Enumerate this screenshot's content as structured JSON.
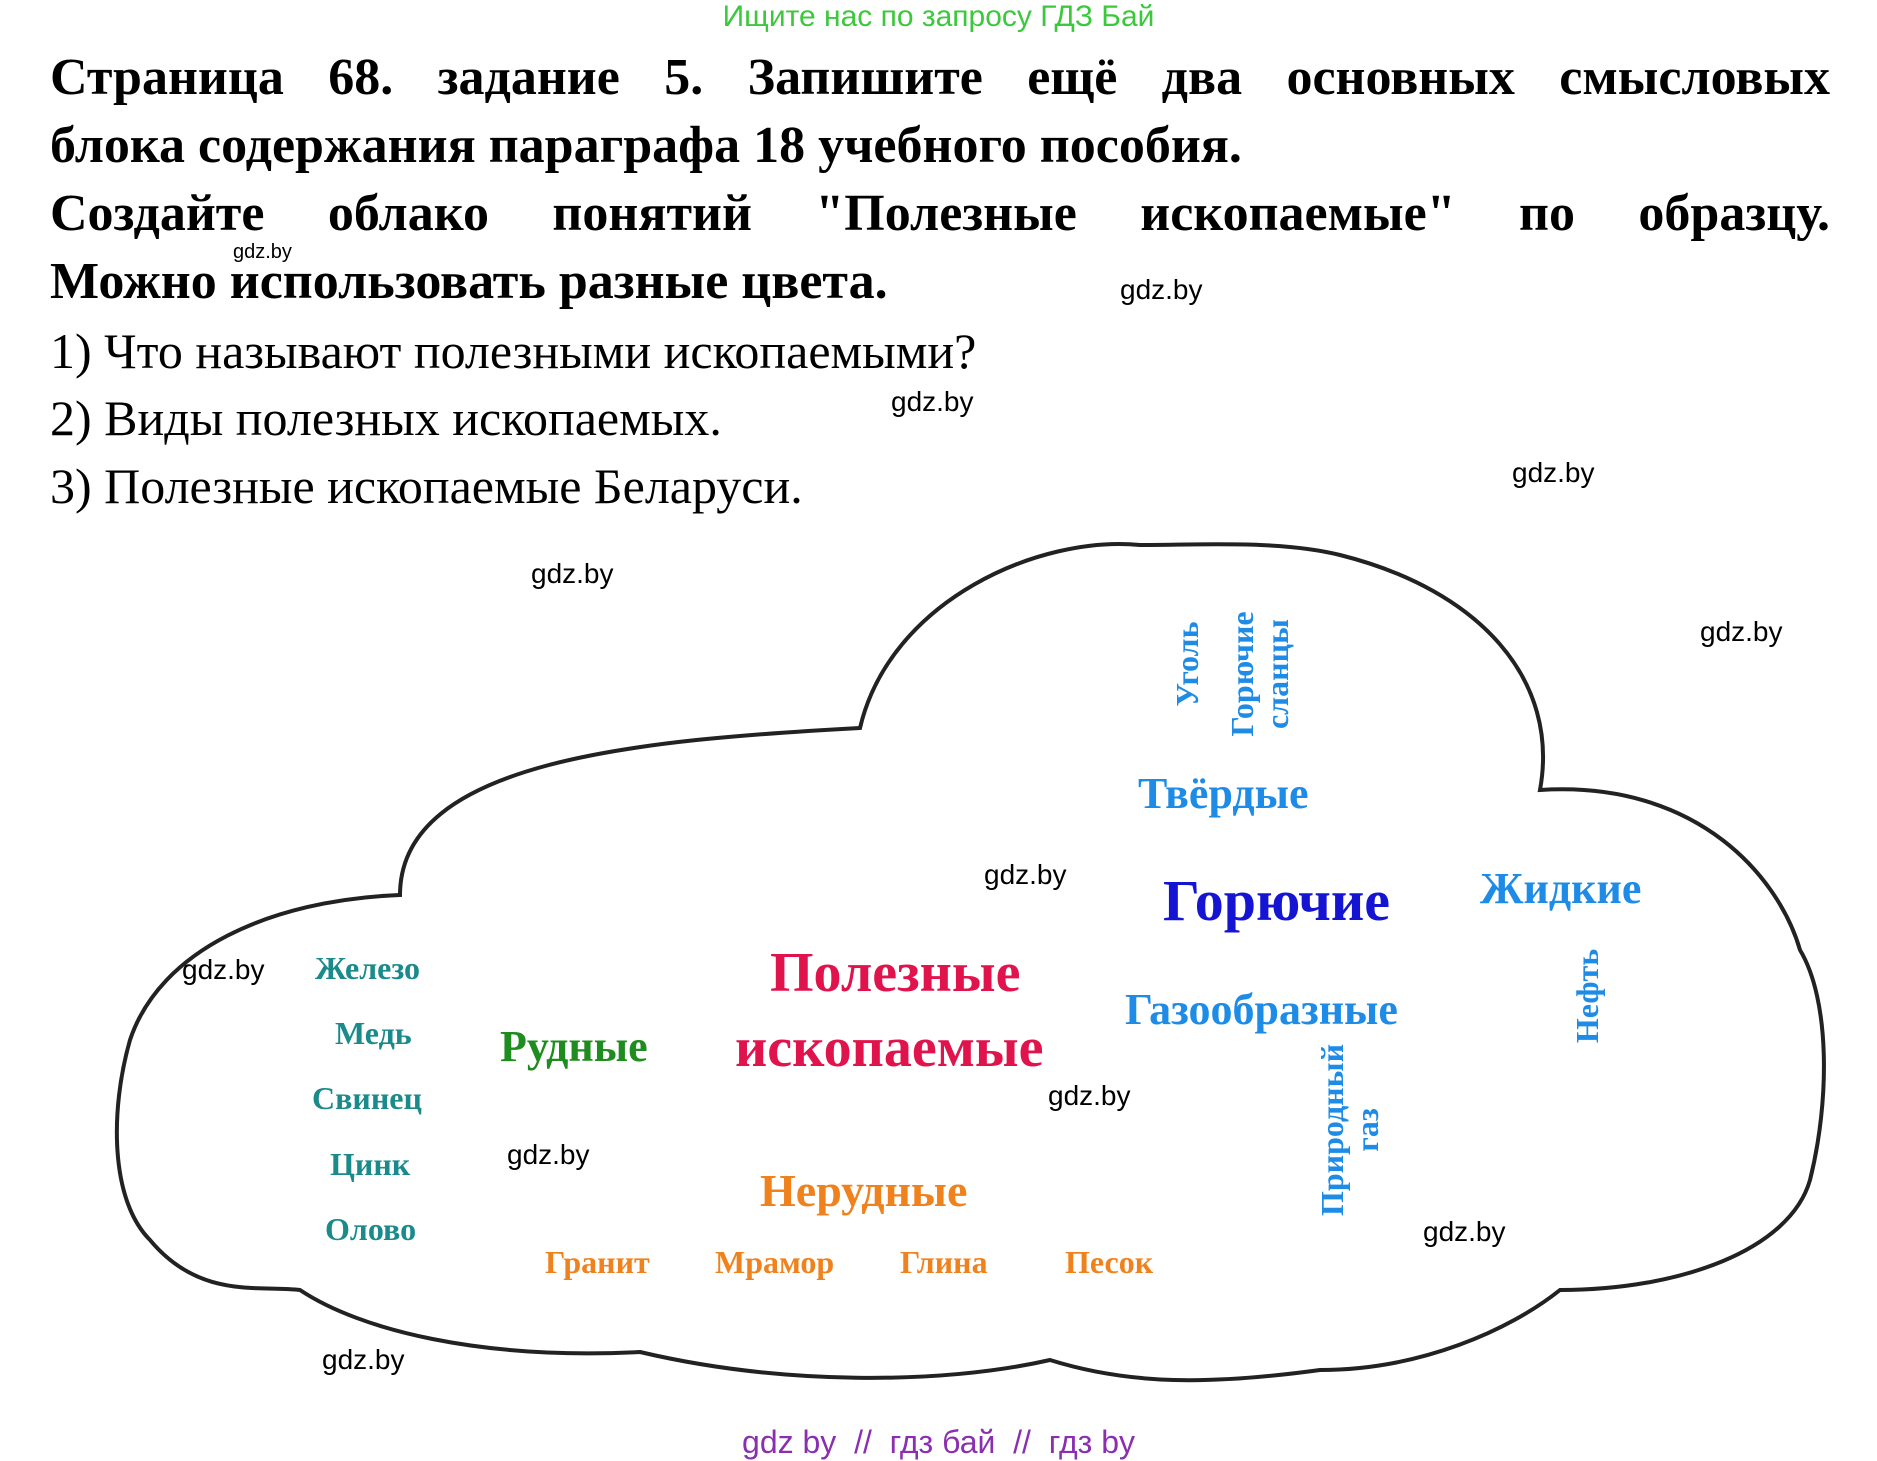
{
  "banner": "Ищите нас по запросу ГДЗ Бай",
  "task": {
    "line1": "Страница 68. задание 5. Запишите ещё два основных смысловых",
    "line2": "блока содержания параграфа 18 учебного пособия.",
    "line3": "Создайте облако понятий \"Полезные ископаемые\" по образцу.",
    "line4": "Можно использовать разные цвета."
  },
  "questions": [
    "1) Что называют полезными ископаемыми?",
    "2) Виды полезных ископаемых.",
    "3) Полезные  ископаемые  Беларуси."
  ],
  "watermark": "gdz.by",
  "cloud": {
    "center_line1": "Полезные",
    "center_line2": "ископаемые",
    "ore": {
      "label": "Рудные",
      "items": [
        "Железо",
        "Медь",
        "Свинец",
        "Цинк",
        "Олово"
      ]
    },
    "nonore": {
      "label": "Нерудные",
      "items": [
        "Гранит",
        "Мрамор",
        "Глина",
        "Песок"
      ]
    },
    "fuel": {
      "label": "Горючие",
      "solid": "Твёрдые",
      "solid_items": [
        "Уголь",
        "Горючие",
        "сланцы"
      ],
      "liquid": "Жидкие",
      "liquid_items": [
        "Нефть"
      ],
      "gas": "Газообразные",
      "gas_items": [
        "Природный",
        "газ"
      ]
    }
  },
  "colors": {
    "center": "#e0134d",
    "ore_label": "#1e8c1e",
    "ore_items": "#1a8a8a",
    "nonore": "#f0821e",
    "fuel": "#1414d2",
    "fuel_sub": "#1e8ce6",
    "banner": "#3cc83c",
    "footer": "#8a2fb0"
  },
  "footer": "gdz by  //  гдз бай  //  гдз by"
}
